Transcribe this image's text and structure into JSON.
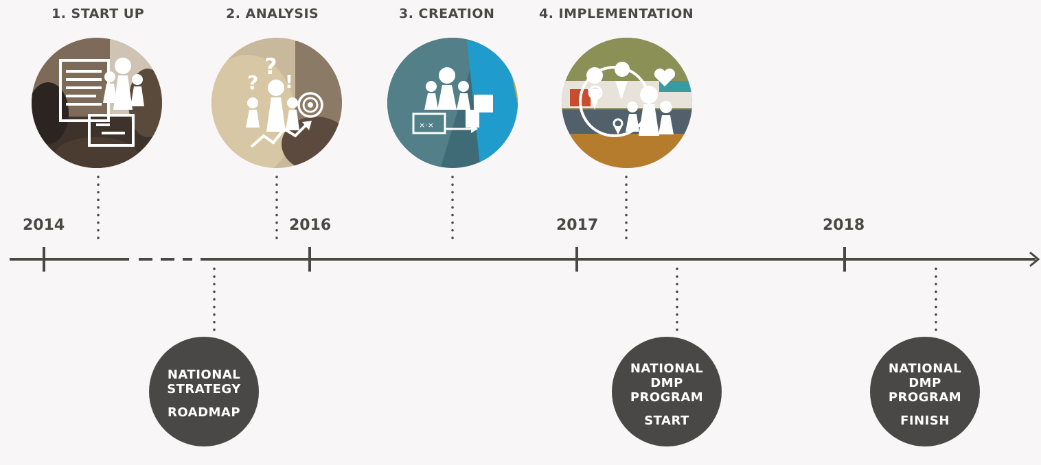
{
  "phases": [
    {
      "label": "1. START UP",
      "image": "workshop-photo",
      "icon": "documents-people-icon",
      "color": "#6b5a4a"
    },
    {
      "label": "2. ANALYSIS",
      "image": "person-photo",
      "icon": "analysis-people-target-icon",
      "color": "#b8a488"
    },
    {
      "label": "3. CREATION",
      "image": "sea-photo",
      "icon": "creation-people-board-icon",
      "color": "#2f6f82"
    },
    {
      "label": "4. IMPLEMENTATION",
      "image": "village-photo",
      "icon": "location-people-heart-icon",
      "color": "#7a8a55"
    }
  ],
  "years": [
    "2014",
    "2016",
    "2017",
    "2018"
  ],
  "milestones": [
    {
      "lines": [
        "NATIONAL",
        "STRATEGY"
      ],
      "tag": "ROADMAP"
    },
    {
      "lines": [
        "NATIONAL",
        "DMP",
        "PROGRAM"
      ],
      "tag": "START"
    },
    {
      "lines": [
        "NATIONAL",
        "DMP",
        "PROGRAM"
      ],
      "tag": "FINISH"
    }
  ],
  "colors": {
    "line": "#4a4847",
    "background": "#f8f6f6",
    "milestone_fill": "#4a4847",
    "text_light": "#ffffff"
  }
}
